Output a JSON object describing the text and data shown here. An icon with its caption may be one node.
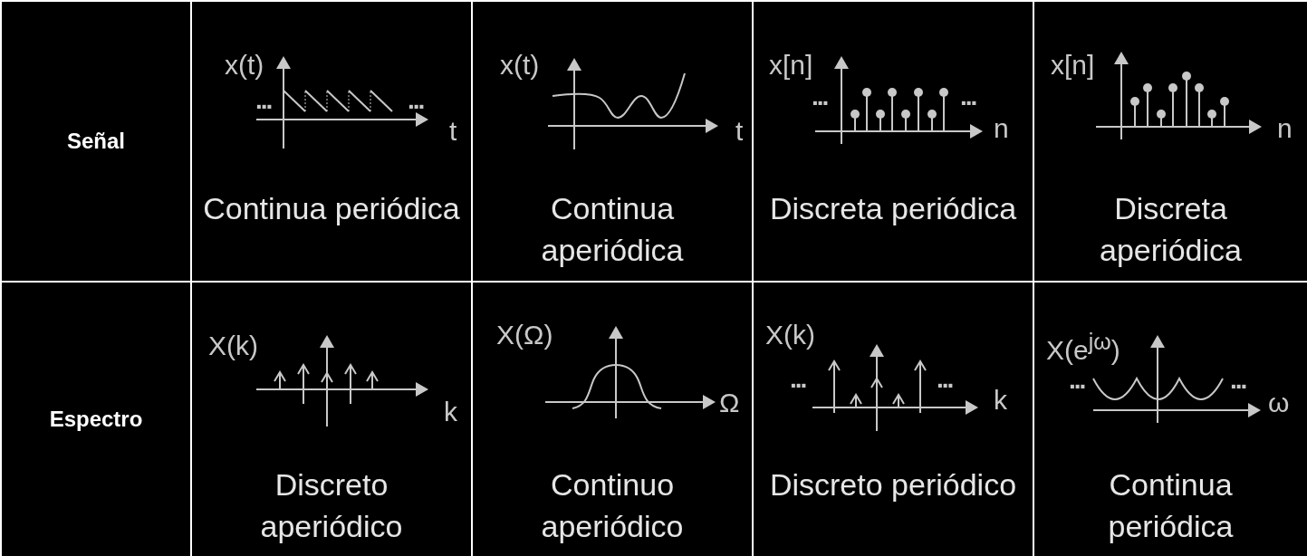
{
  "diagram": {
    "labels": [
      "Señal",
      "x(t)",
      "...",
      "...",
      "t",
      "Continua periódica",
      "x(t)",
      "t",
      "Continua aperiódica",
      "x[n]",
      "...",
      "...",
      "n",
      "Discreta periódica",
      "x[n]",
      "n",
      "Discreta aperiódica",
      "Espectro",
      "X(k)",
      "k",
      "Discreto aperiódico",
      "X(Ω)",
      "Ω",
      "Continuo aperiódico",
      "X(k)",
      "...",
      "...",
      "k",
      "Discreto periódico",
      "X(e$^{jω}$)",
      "...",
      "...",
      "ω",
      "Continua periódica"
    ]
  }
}
